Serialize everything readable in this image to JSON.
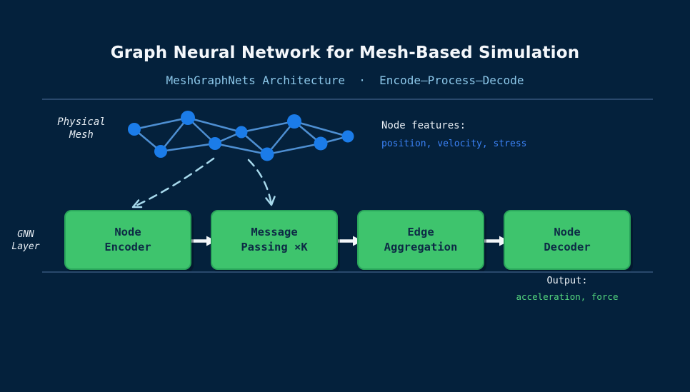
{
  "header": {
    "title": "Graph Neural Network for Mesh-Based Simulation",
    "subtitle": "MeshGraphNets Architecture  ·  Encode—Process—Decode"
  },
  "colors": {
    "background": "#04213c",
    "subtitle_blue": "#8cc7e9",
    "divider": "#29486c",
    "node_blue": "#1b7ce9",
    "edge_blue": "#4e8fd2",
    "dashed_arrow_blue": "#a7d9ec",
    "flow_arrow_white": "#f3f7fa",
    "box_green": "#3ec46d",
    "box_border_green": "#2aa55b",
    "box_text_navy": "#0d2b45",
    "feature_blue": "#3b82f6",
    "output_green": "#55d87f"
  },
  "mesh": {
    "label_line1": "Physical",
    "label_line2": "Mesh",
    "nodes": [
      [
        188,
        181,
        9
      ],
      [
        263,
        165,
        10
      ],
      [
        225,
        212,
        9
      ],
      [
        301,
        201,
        9
      ],
      [
        338,
        185,
        8.5
      ],
      [
        374,
        216,
        9.5
      ],
      [
        412,
        170,
        10
      ],
      [
        449,
        201,
        9.5
      ],
      [
        487,
        191,
        8.5
      ]
    ],
    "edges": [
      [
        0,
        1
      ],
      [
        0,
        2
      ],
      [
        1,
        2
      ],
      [
        1,
        3
      ],
      [
        2,
        3
      ],
      [
        1,
        4
      ],
      [
        3,
        4
      ],
      [
        3,
        5
      ],
      [
        4,
        5
      ],
      [
        4,
        6
      ],
      [
        5,
        6
      ],
      [
        5,
        7
      ],
      [
        6,
        7
      ],
      [
        6,
        8
      ],
      [
        7,
        8
      ]
    ]
  },
  "features": {
    "heading": "Node features:",
    "values": "position, velocity, stress"
  },
  "gnn": {
    "label_line1": "GNN",
    "label_line2": "Layer",
    "boxes": [
      {
        "line1": "Node",
        "line2": "Encoder"
      },
      {
        "line1": "Message",
        "line2": "Passing ×K"
      },
      {
        "line1": "Edge",
        "line2": "Aggregation"
      },
      {
        "line1": "Node",
        "line2": "Decoder"
      }
    ]
  },
  "output": {
    "heading": "Output:",
    "values": "acceleration, force"
  }
}
